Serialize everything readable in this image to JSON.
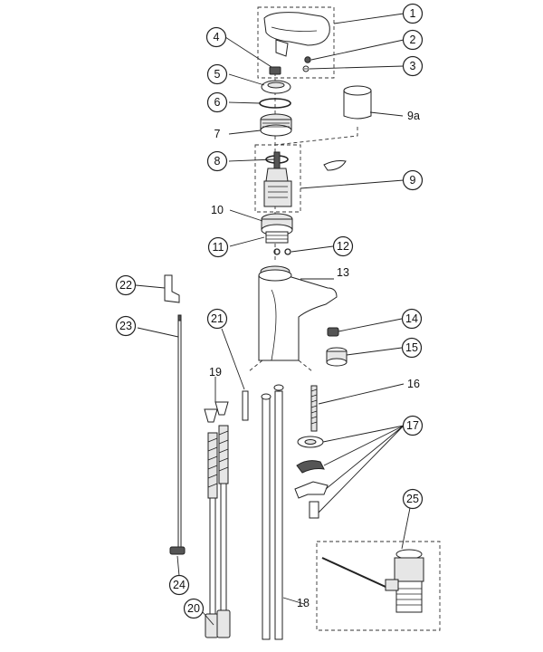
{
  "callouts": {
    "p1": "1",
    "p2": "2",
    "p3": "3",
    "p4": "4",
    "p5": "5",
    "p6": "6",
    "p7": "7",
    "p8": "8",
    "p9": "9",
    "p9a": "9a",
    "p10": "10",
    "p11": "11",
    "p12": "12",
    "p13": "13",
    "p14": "14",
    "p15": "15",
    "p16": "16",
    "p17": "17",
    "p18": "18",
    "p19": "19",
    "p20": "20",
    "p21": "21",
    "p22": "22",
    "p23": "23",
    "p24": "24",
    "p25": "25"
  }
}
